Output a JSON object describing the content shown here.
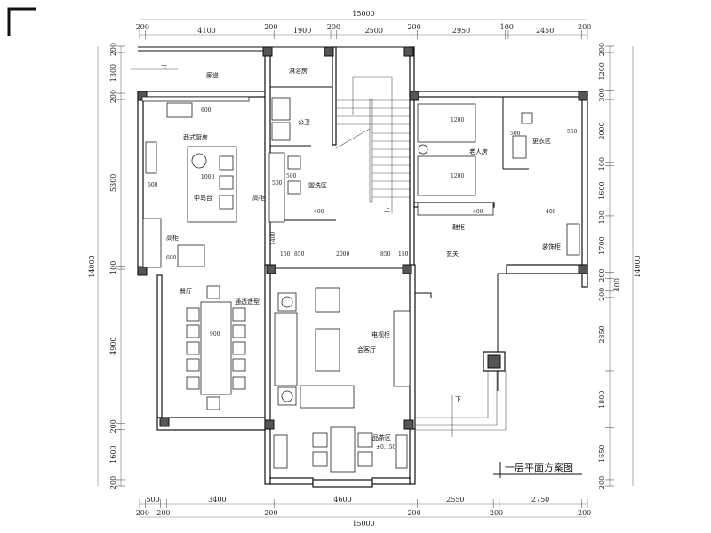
{
  "drawing_title": "一层平面方案图",
  "dimensions": {
    "overall_width": "15000",
    "overall_height": "14000",
    "top": [
      "200",
      "4100",
      "200",
      "1900",
      "200",
      "2500",
      "200",
      "2950",
      "100",
      "2450",
      "200"
    ],
    "bottom": [
      "200",
      "500",
      "200",
      "3400",
      "200",
      "4600",
      "200",
      "2550",
      "200",
      "2750",
      "200"
    ],
    "left": [
      "200",
      "1300",
      "200",
      "5300",
      "100",
      "4900",
      "200",
      "1600",
      "200"
    ],
    "right": [
      "200",
      "1200",
      "300",
      "2000",
      "100",
      "1600",
      "100",
      "1700",
      "200",
      "400",
      "200",
      "2350",
      "1800",
      "1650",
      "200"
    ]
  },
  "rooms": {
    "corridor": "廊道",
    "western_kitchen": "西式厨房",
    "kitchen_island": "中岛台",
    "tall_cabinet_a": "高柜",
    "tall_cabinet_b": "高柜",
    "shower_room": "淋浴房",
    "public_bathroom": "公卫",
    "wash_area": "盥洗区",
    "elderly_room": "老人房",
    "dressing_area": "更衣区",
    "shoe_cabinet": "鞋柜",
    "foyer": "玄关",
    "display_cabinet": "装饰柜",
    "dining_room": "餐厅",
    "open_partition": "通透造型",
    "tv_cabinet": "电视柜",
    "living_room": "会客厅",
    "tea_area": "品茶区",
    "tea_area_level": "±0.150",
    "stairs_down": "下",
    "stairs_up": "上",
    "ramp_down": "下"
  },
  "inner_dims": {
    "stove_depth": "600",
    "counter_depth": "600",
    "island_width": "1000",
    "tall_cab_depth": "600",
    "kitchen_cab": "500",
    "wash_cab": "500",
    "wash_depth": "400",
    "living_offset": "1400",
    "living_a": "150",
    "living_b": "850",
    "living_c": "2000",
    "living_d": "850",
    "living_e": "150",
    "dining_table": "900",
    "bed1": "1200",
    "bed2": "1200",
    "dress_a": "500",
    "dress_b": "550",
    "shoe_depth": "400",
    "display_depth": "400"
  }
}
